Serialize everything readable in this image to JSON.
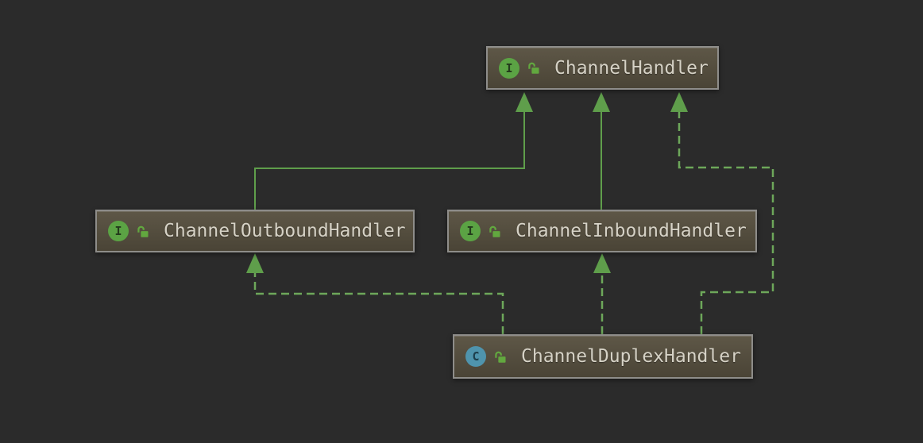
{
  "diagram": {
    "kind": "uml-class-diagram",
    "background_color": "#2b2b2b",
    "nodes": {
      "handler": {
        "label": "ChannelHandler",
        "type": "interface",
        "type_letter": "I",
        "visibility_icon": "unlocked-public"
      },
      "outbound": {
        "label": "ChannelOutboundHandler",
        "type": "interface",
        "type_letter": "I",
        "visibility_icon": "unlocked-public"
      },
      "inbound": {
        "label": "ChannelInboundHandler",
        "type": "interface",
        "type_letter": "I",
        "visibility_icon": "unlocked-public"
      },
      "duplex": {
        "label": "ChannelDuplexHandler",
        "type": "class",
        "type_letter": "C",
        "visibility_icon": "unlocked-public"
      }
    },
    "edges": [
      {
        "from": "ChannelOutboundHandler",
        "to": "ChannelHandler",
        "relation": "extends",
        "style": "solid"
      },
      {
        "from": "ChannelInboundHandler",
        "to": "ChannelHandler",
        "relation": "extends",
        "style": "solid"
      },
      {
        "from": "ChannelDuplexHandler",
        "to": "ChannelHandler",
        "relation": "implements",
        "style": "dashed"
      },
      {
        "from": "ChannelDuplexHandler",
        "to": "ChannelInboundHandler",
        "relation": "implements",
        "style": "dashed"
      },
      {
        "from": "ChannelDuplexHandler",
        "to": "ChannelOutboundHandler",
        "relation": "implements",
        "style": "dashed"
      }
    ],
    "colors": {
      "background": "#2b2b2b",
      "node_fill_top": "#5e5747",
      "node_fill_bottom": "#4a4436",
      "node_border": "#8e8d8a",
      "edge_solid_green": "#5f9e4b",
      "edge_dashed_green": "#6da75a",
      "arrowhead_green": "#5f9e4b",
      "interface_badge": "#5ba344",
      "class_badge": "#4f94ad",
      "lock_green": "#62a83f",
      "label_text": "#d6d2c6"
    }
  }
}
